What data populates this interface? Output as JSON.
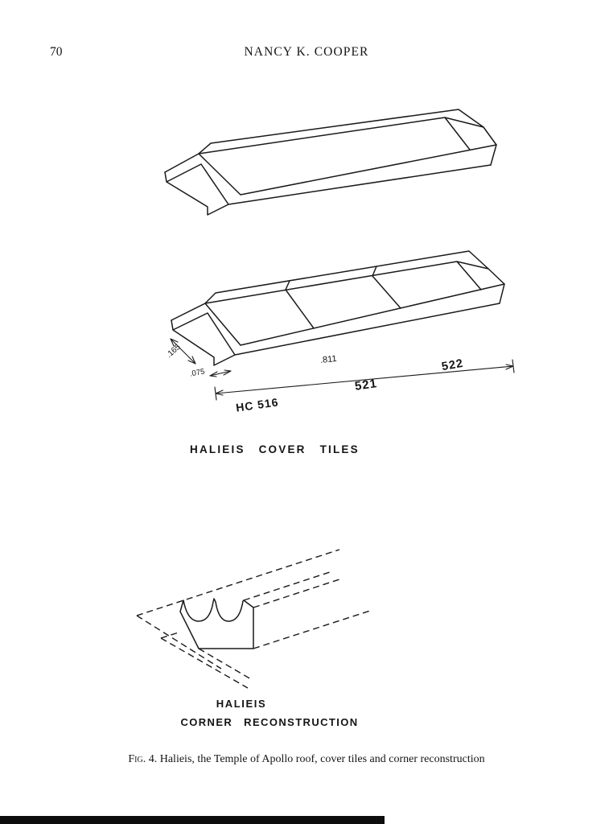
{
  "page": {
    "number": "70",
    "running_head": "NANCY K. COOPER"
  },
  "cover_tiles_figure": {
    "dim_width": ".165",
    "dim_notch": ".075",
    "dim_length": ".811",
    "tile_label_1": "HC 516",
    "tile_label_2": "521",
    "tile_label_3": "522",
    "title": "HALIEIS COVER TILES"
  },
  "corner_figure": {
    "title_line1": "HALIEIS",
    "title_line2": "CORNER RECONSTRUCTION"
  },
  "caption": {
    "fig_label": "Fig. 4.",
    "text": " Halieis, the Temple of Apollo roof, cover tiles and corner reconstruction"
  }
}
